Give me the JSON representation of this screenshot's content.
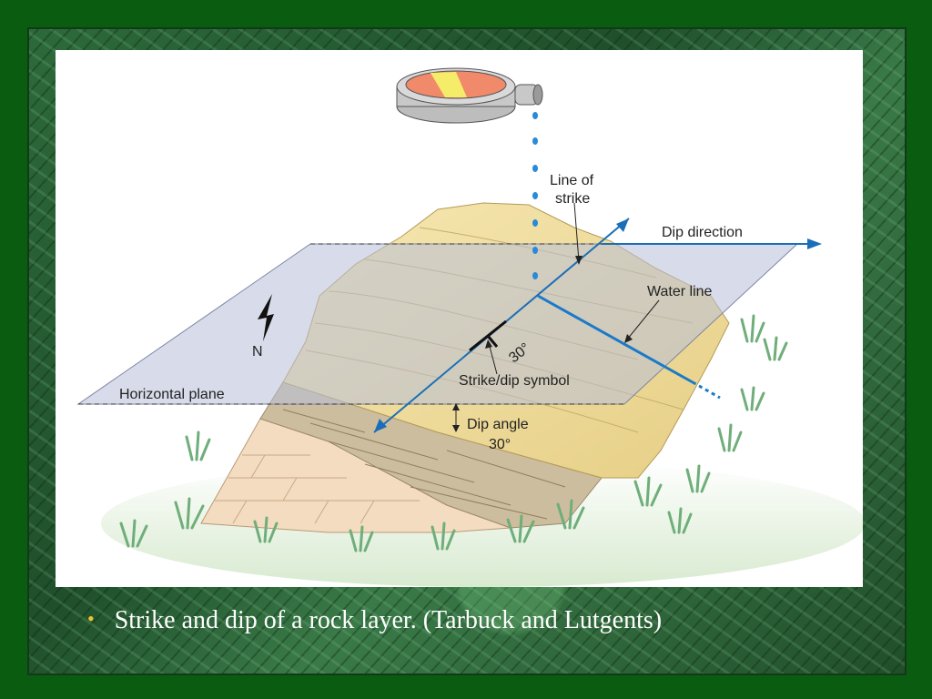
{
  "diagram": {
    "labels": {
      "line_of_strike_1": "Line of",
      "line_of_strike_2": "strike",
      "dip_direction": "Dip direction",
      "water_line": "Water line",
      "north": "N",
      "strike_angle": "30°",
      "strike_dip_symbol": "Strike/dip symbol",
      "horizontal_plane": "Horizontal plane",
      "dip_angle_1": "Dip angle",
      "dip_angle_2": "30°"
    }
  },
  "caption": {
    "text": "Strike and dip of a rock layer. (Tarbuck and Lutgents)"
  },
  "colors": {
    "background": "#0a5d10",
    "water": "#1a7ac8",
    "plane": "#b8bfd8",
    "sandstone": "#f0dd9a",
    "shale": "#c8b99a",
    "bullet": "#f2c230"
  }
}
